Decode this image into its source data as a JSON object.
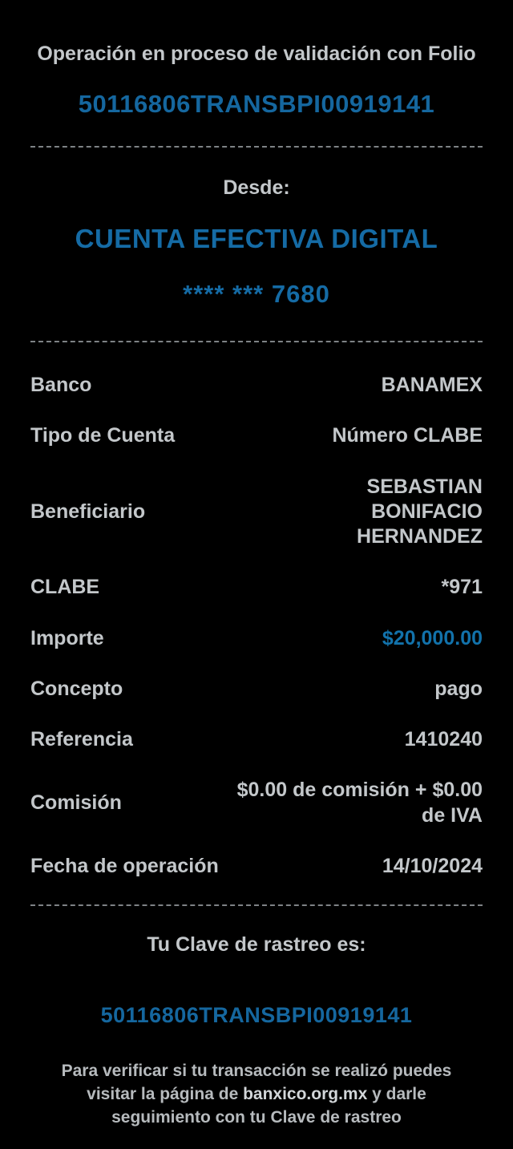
{
  "colors": {
    "background": "#000000",
    "text_gray": "#c3c7ca",
    "accent_blue": "#15679f",
    "amount_blue": "#1272ab"
  },
  "header": {
    "title": "Operación en proceso de validación con Folio",
    "folio": "50116806TRANSBPI00919141"
  },
  "from": {
    "label": "Desde:",
    "account_name": "CUENTA EFECTIVA DIGITAL",
    "account_mask": "**** *** 7680"
  },
  "details": [
    {
      "label": "Banco",
      "value": "BANAMEX"
    },
    {
      "label": "Tipo de Cuenta",
      "value": "Número CLABE"
    },
    {
      "label": "Beneficiario",
      "value": "SEBASTIAN BONIFACIO HERNANDEZ"
    },
    {
      "label": "CLABE",
      "value": "*971"
    },
    {
      "label": "Importe",
      "value": "$20,000.00"
    },
    {
      "label": "Concepto",
      "value": "pago"
    },
    {
      "label": "Referencia",
      "value": "1410240"
    },
    {
      "label": "Comisión",
      "value": "$0.00 de comisión + $0.00 de IVA"
    },
    {
      "label": "Fecha de operación",
      "value": "14/10/2024"
    }
  ],
  "tracking": {
    "label": "Tu Clave de rastreo es:",
    "value": "50116806TRANSBPI00919141"
  },
  "footer": {
    "text_before": "Para verificar si tu transacción se realizó puedes visitar la página de ",
    "link": "banxico.org.mx",
    "text_after": " y darle seguimiento con tu Clave de rastreo"
  }
}
